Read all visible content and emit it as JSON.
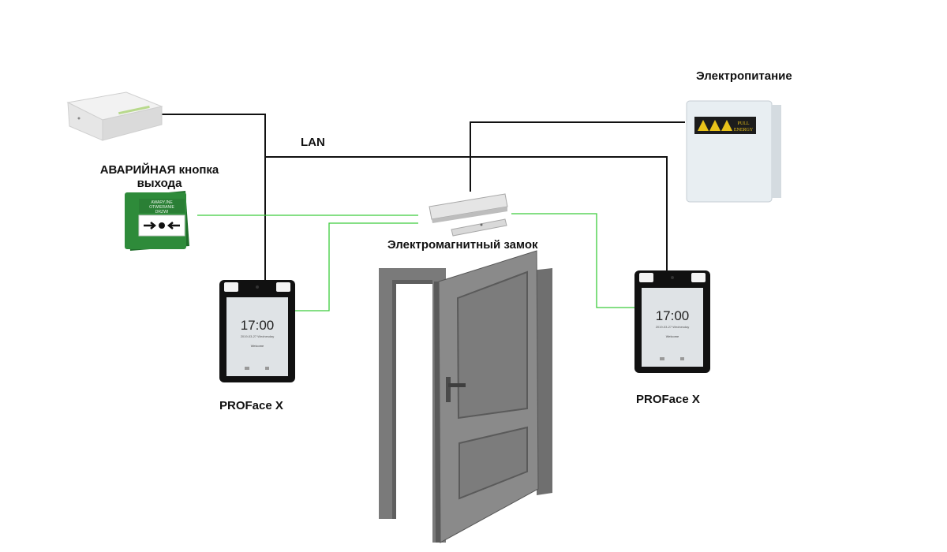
{
  "labels": {
    "power_supply": "Электропитание",
    "lan": "LAN",
    "exit_button_line1": "АВАРИЙНАЯ кнопка",
    "exit_button_line2": "выхода",
    "maglock": "Электромагнитный замок",
    "reader_left": "PROFace X",
    "reader_right": "PROFace X"
  },
  "devices": {
    "reader_screen": {
      "time": "17:00",
      "date": "2019-03-27 Wednesday",
      "welcome": "Welcome"
    },
    "exit_button_text_line1": "AWARYJNE",
    "exit_button_text_line2": "OTWIERANIE",
    "exit_button_text_line3": "DRZWI",
    "power_brand_line1": "PULL",
    "power_brand_line2": "ENERGY"
  },
  "colors": {
    "lan_cable": "#111111",
    "signal_wire": "#33cc33",
    "power_cable": "#111111",
    "door": "#7a7a7a",
    "exit_button": "#2e8b3a"
  }
}
